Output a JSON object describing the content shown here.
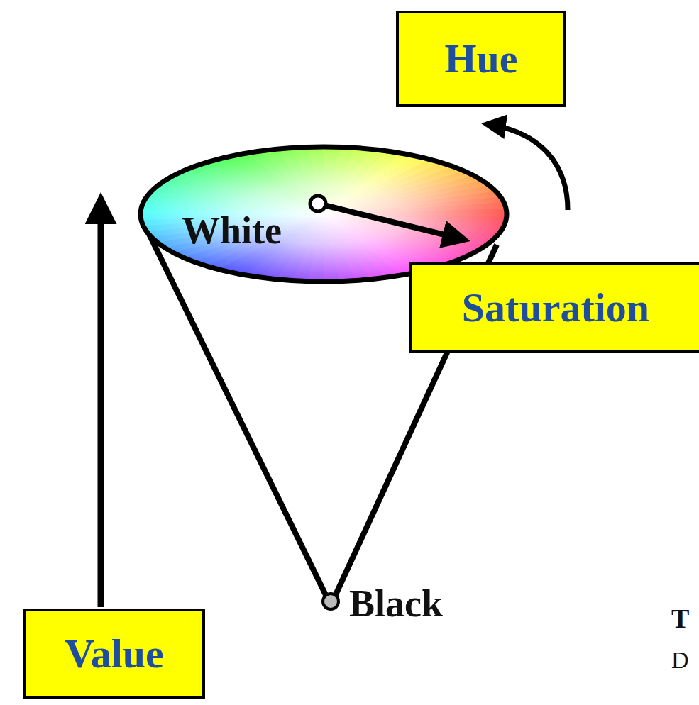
{
  "diagram": {
    "nodes": [
      {
        "text": [
          "Hue"
        ]
      },
      {
        "text": [
          "Saturation"
        ]
      },
      {
        "text": [
          "Value"
        ]
      }
    ],
    "labels": [
      "White",
      "Black",
      "T",
      "D"
    ]
  }
}
